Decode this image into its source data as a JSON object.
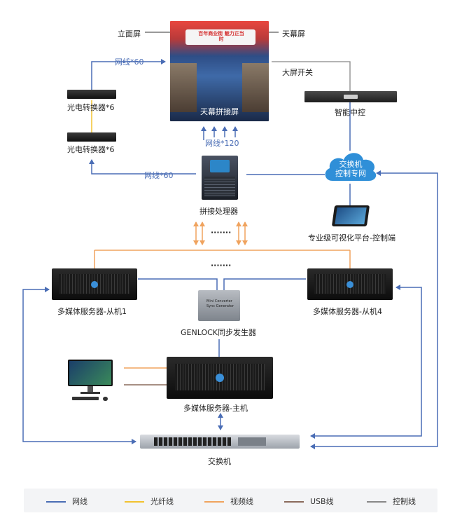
{
  "screen": {
    "left_label": "立面屏",
    "right_label": "天幕屏",
    "name": "天幕拼接屏",
    "banner_text": "百年商业街 魅力正当时"
  },
  "fiber_converter_top": {
    "label": "光电转换器*6"
  },
  "fiber_converter_bottom": {
    "label": "光电转换器*6"
  },
  "net_top_label": "网线*60",
  "net_mid_label": "网线*60",
  "net120_label": "网线*120",
  "big_screen_switch_label": "大屏开关",
  "central_control": {
    "label": "智能中控"
  },
  "cloud": {
    "line1": "交换机",
    "line2": "控制专网"
  },
  "processor": {
    "label": "拼接处理器"
  },
  "platform": {
    "label": "专业级可视化平台-控制端"
  },
  "dots_upper": "·······",
  "dots_lower": "·······",
  "slave1": {
    "label": "多媒体服务器-从机1"
  },
  "slave4": {
    "label": "多媒体服务器-从机4"
  },
  "genlock": {
    "label": "GENLOCK同步发生器",
    "device_text1": "Mini Converter",
    "device_text2": "Sync Generator"
  },
  "master": {
    "label": "多媒体服务器-主机"
  },
  "switch": {
    "label": "交换机"
  },
  "legend": [
    {
      "label": "网线",
      "color": "#4a6db5"
    },
    {
      "label": "光纤线",
      "color": "#f2c230"
    },
    {
      "label": "视频线",
      "color": "#f0a35e"
    },
    {
      "label": "USB线",
      "color": "#8a6a5c"
    },
    {
      "label": "控制线",
      "color": "#888888"
    }
  ],
  "colors": {
    "network": "#4a6db5",
    "fiber": "#f2c230",
    "video": "#f0a35e",
    "usb": "#8a6a5c",
    "control": "#888888"
  }
}
